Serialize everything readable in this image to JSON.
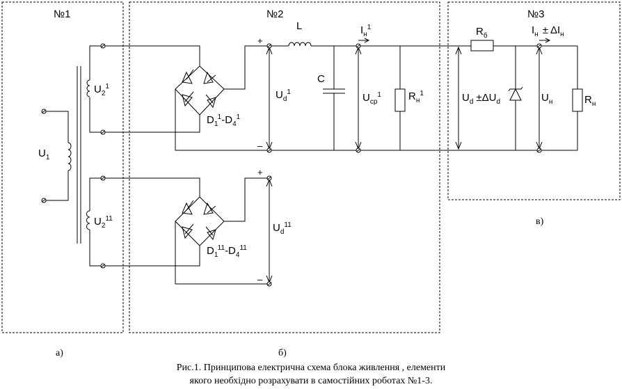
{
  "blocks": {
    "b1": "№1",
    "b2": "№2",
    "b3": "№3"
  },
  "labels": {
    "u1": "U",
    "u1_sub": "1",
    "u2a": "U",
    "u2a_sub": "2",
    "u2a_sup": "1",
    "u2b": "U",
    "u2b_sub": "2",
    "u2b_sup": "11",
    "d1a": "D",
    "d1a_sub1": "1",
    "d1a_sup1": "1",
    "d1a_mid": "-D",
    "d1a_sub2": "4",
    "d1a_sup2": "1",
    "d1b": "D",
    "d1b_sub1": "1",
    "d1b_sup1": "11",
    "d1b_mid": "-D",
    "d1b_sub2": "4",
    "d1b_sup2": "11",
    "ud1": "U",
    "ud1_sub": "d",
    "ud1_sup": "1",
    "ud11": "U",
    "ud11_sub": "d",
    "ud11_sup": "11",
    "L": "L",
    "C": "C",
    "i1": "I",
    "i1_sub": "н",
    "i1_sup": "1",
    "ucp": "U",
    "ucp_sub": "ср",
    "ucp_sup": "1",
    "rn1": "R",
    "rn1_sub": "н",
    "rn1_sup": "1",
    "rb": "R",
    "rb_sub": "б",
    "in": "I",
    "in_sub": "н",
    "in_pm": "±",
    "in_delta": "ΔI",
    "in_delta_sub": "н",
    "ud": "U",
    "ud_sub": "d",
    "ud_pm": "±",
    "ud_delta": "ΔU",
    "ud_delta_sub": "d",
    "un": "U",
    "un_sub": "н",
    "rn": "R",
    "rn_sub": "н",
    "plus": "+",
    "minus": "–"
  },
  "captions": {
    "a": "а)",
    "b": "б)",
    "v": "в)",
    "line1": "Рис.1. Принципова електрична схема блока живлення , елементи",
    "line2": "якого необхідно розрахувати в самостійних роботах №1-3."
  }
}
